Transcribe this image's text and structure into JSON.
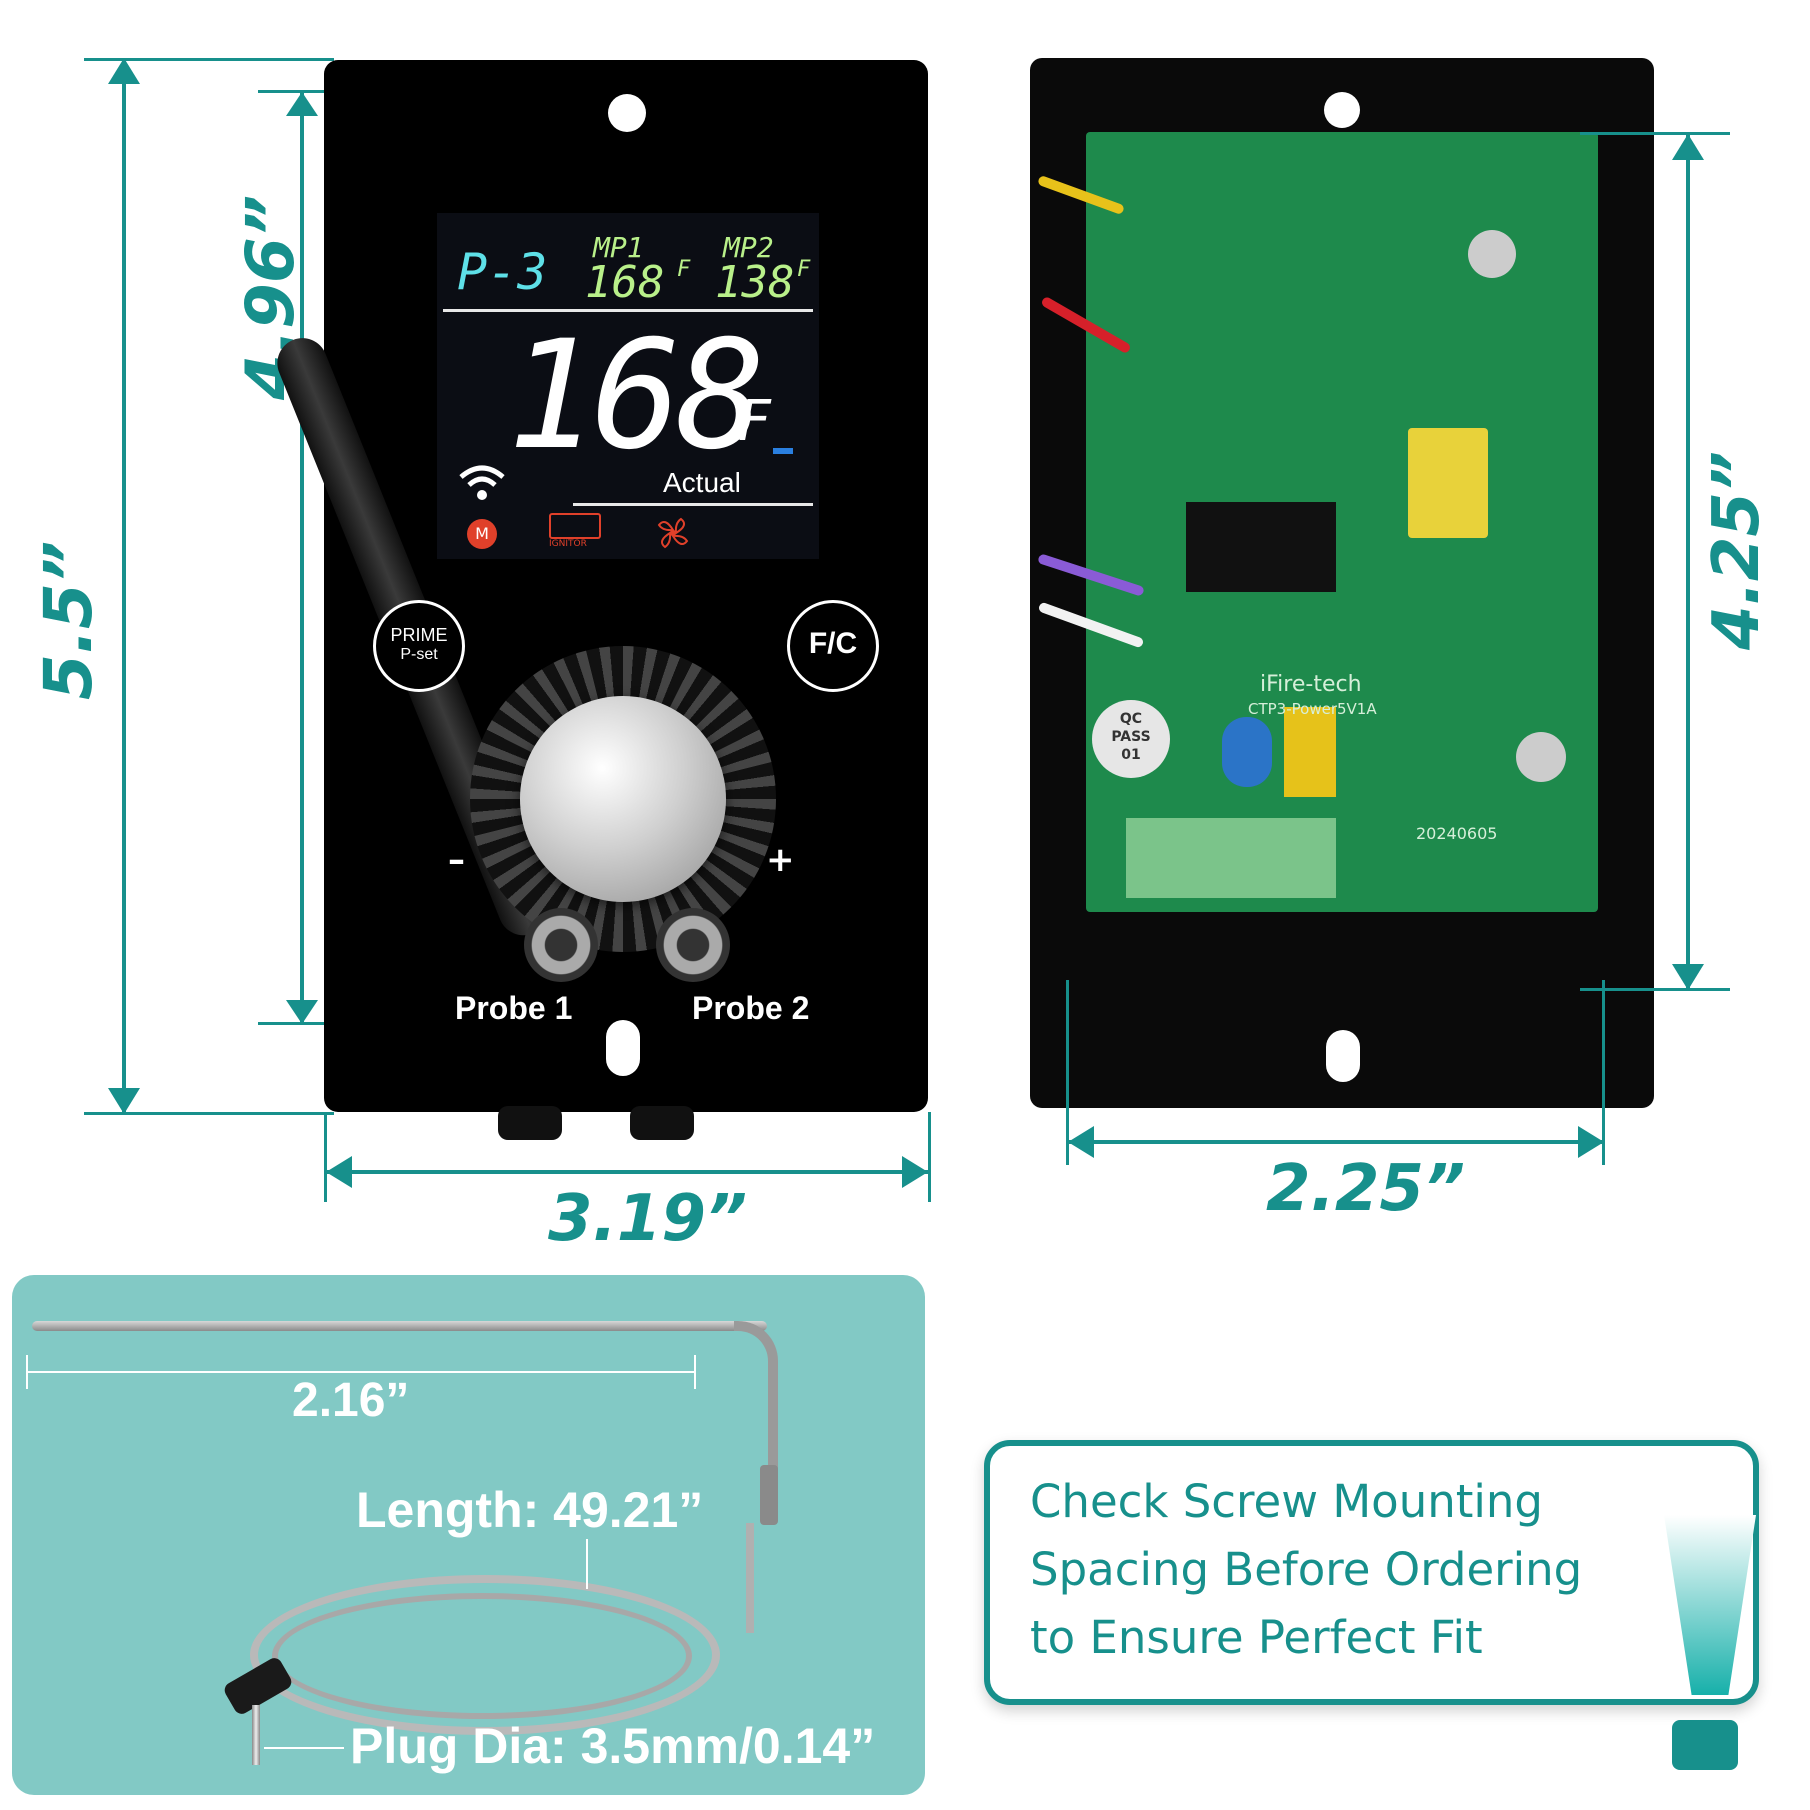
{
  "dimensions": {
    "panel_height": "5.5”",
    "display_height": "4.96”",
    "panel_width": "3.19”",
    "pcb_width": "2.25”",
    "pcb_height": "4.25”"
  },
  "controller": {
    "program": "P-3",
    "meat_probe_1_label": "MP1",
    "meat_probe_1_value": "168",
    "meat_probe_2_label": "MP2",
    "meat_probe_2_value": "138",
    "unit": "F",
    "main_temp": "168",
    "actual_label": "Actual",
    "ignitor_label": "IGNITOR",
    "motor_label": "M",
    "prime_label": "PRIME",
    "pset_label": "P-set",
    "fc_label": "F/C",
    "minus_label": "–",
    "plus_label": "+",
    "probe1_label": "Probe 1",
    "probe2_label": "Probe 2"
  },
  "pcb": {
    "brand": "iFire-tech",
    "model": "CTP3-Power5V1A",
    "date_code": "20240605",
    "qc_line1": "QC",
    "qc_line2": "PASS",
    "qc_line3": "01"
  },
  "probe": {
    "tip_length": "2.16”",
    "cable_length": "Length: 49.21”",
    "plug_diameter": "Plug Dia: 3.5mm/0.14”"
  },
  "notice": {
    "line1": "Check Screw Mounting",
    "line2": "Spacing Before Ordering",
    "line3": "to Ensure Perfect Fit"
  },
  "colors": {
    "accent": "#17908c",
    "probe_box": "#82c9c5",
    "pcb_green": "#1e8a4c",
    "lcd_cyan": "#5ee0e8",
    "lcd_green": "#b9f08a"
  }
}
